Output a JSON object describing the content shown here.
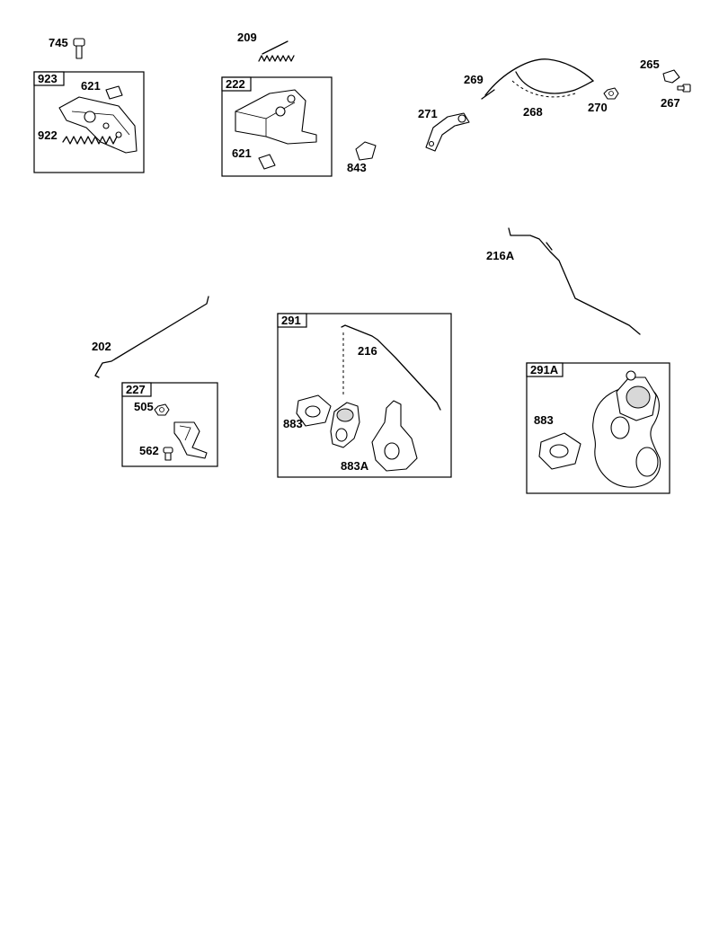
{
  "labels": {
    "p745": "745",
    "p923": "923",
    "p621a": "621",
    "p922": "922",
    "p209": "209",
    "p222": "222",
    "p621b": "621",
    "p843": "843",
    "p269": "269",
    "p268": "268",
    "p270": "270",
    "p265": "265",
    "p267": "267",
    "p271": "271",
    "p216A": "216A",
    "p202": "202",
    "p227": "227",
    "p505": "505",
    "p562": "562",
    "p291": "291",
    "p216": "216",
    "p883a": "883",
    "p883A": "883A",
    "p291A": "291A",
    "p883b": "883"
  }
}
